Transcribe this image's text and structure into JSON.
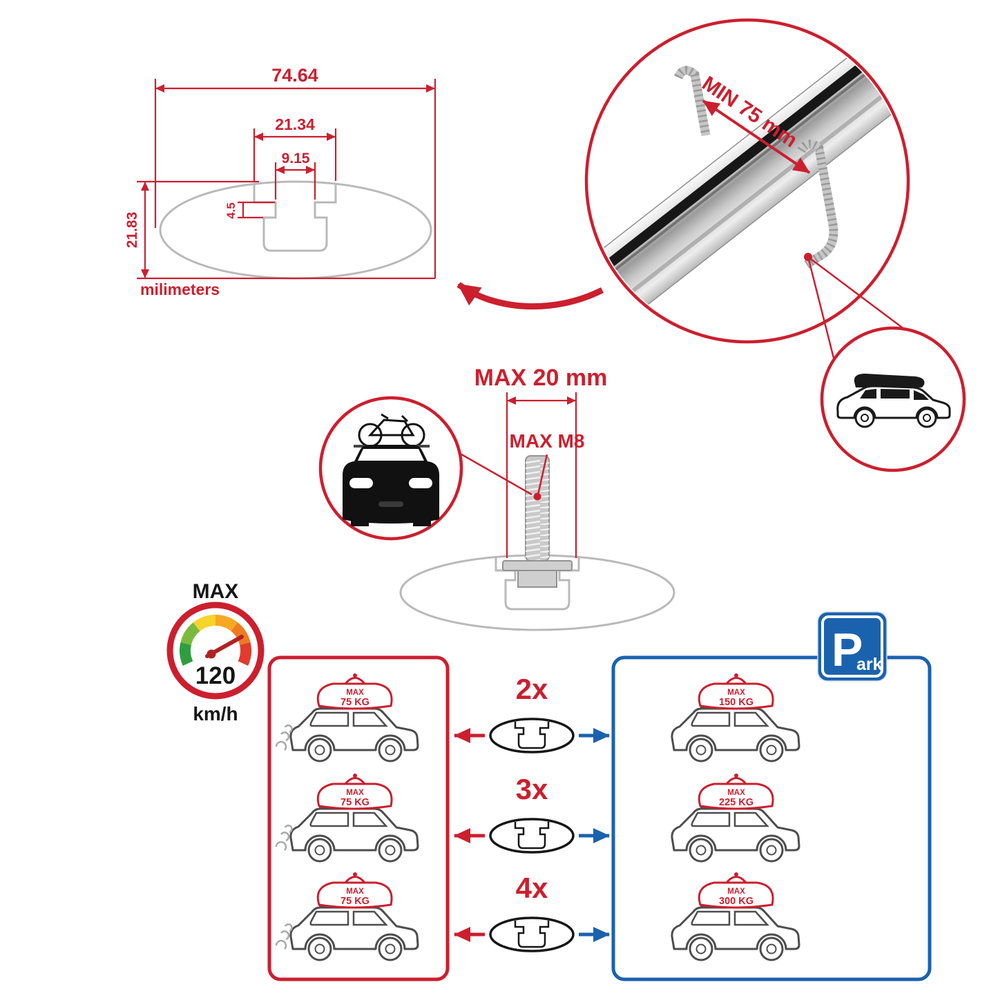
{
  "colors": {
    "accent_red": "#cc1f2e",
    "accent_blue": "#1b62ae",
    "technical_gray": "#b9b9b9",
    "line_dark": "#4d4d4d"
  },
  "dimension_diagram": {
    "width_total": "74.64",
    "slot_outer_width": "21.34",
    "slot_inner_width": "9.15",
    "slot_depth": "4.5",
    "height_total": "21.83",
    "units_label": "milimeters"
  },
  "bar_detail": {
    "clamp_min_label": "MIN 75 mm"
  },
  "bolt_diagram": {
    "max_width_label": "MAX 20 mm",
    "max_thread_label": "MAX M8"
  },
  "speed_limit": {
    "label": "MAX",
    "value": "120",
    "unit": "km/h"
  },
  "parking_sign": {
    "letter": "P",
    "suffix": "ark"
  },
  "multipliers": [
    {
      "label": "2x"
    },
    {
      "label": "3x"
    },
    {
      "label": "4x"
    }
  ],
  "driving_panel": {
    "cars": [
      {
        "tag": "MAX",
        "load": "75 KG"
      },
      {
        "tag": "MAX",
        "load": "75 KG"
      },
      {
        "tag": "MAX",
        "load": "75 KG"
      }
    ]
  },
  "parked_panel": {
    "cars": [
      {
        "tag": "MAX",
        "load": "150 KG"
      },
      {
        "tag": "MAX",
        "load": "225 KG"
      },
      {
        "tag": "MAX",
        "load": "300 KG"
      }
    ]
  }
}
